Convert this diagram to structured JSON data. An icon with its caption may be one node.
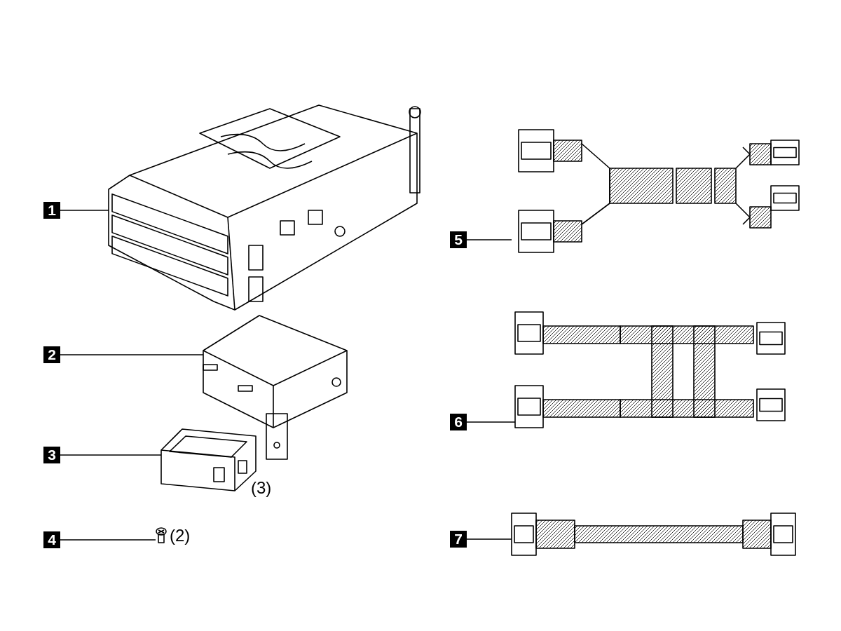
{
  "diagram": {
    "nodes": [
      {
        "text": [
          "1"
        ]
      },
      {
        "text": [
          "2"
        ]
      },
      {
        "text": [
          "3"
        ]
      },
      {
        "text": [
          "4"
        ]
      },
      {
        "text": [
          "5"
        ]
      },
      {
        "text": [
          "6"
        ]
      },
      {
        "text": [
          "7"
        ]
      },
      {
        "text": [],
        "shape": "picture"
      },
      {
        "text": [],
        "shape": "picture"
      },
      {
        "text": [],
        "shape": "picture",
        "beside": [
          "(3)"
        ]
      },
      {
        "text": [],
        "shape": "picture",
        "beside": [
          "(2)"
        ]
      },
      {
        "text": [],
        "shape": "picture"
      },
      {
        "text": [],
        "shape": "picture"
      },
      {
        "text": [],
        "shape": "picture"
      }
    ],
    "edges": [
      {
        "from": 0,
        "to": 7,
        "arrow": "none"
      },
      {
        "from": 1,
        "to": 8,
        "arrow": "none"
      },
      {
        "from": 2,
        "to": 9,
        "arrow": "none"
      },
      {
        "from": 3,
        "to": 10,
        "arrow": "none"
      },
      {
        "from": 4,
        "to": 11,
        "arrow": "none"
      },
      {
        "from": 5,
        "to": 12,
        "arrow": "none"
      },
      {
        "from": 6,
        "to": 13,
        "arrow": "none"
      }
    ]
  }
}
